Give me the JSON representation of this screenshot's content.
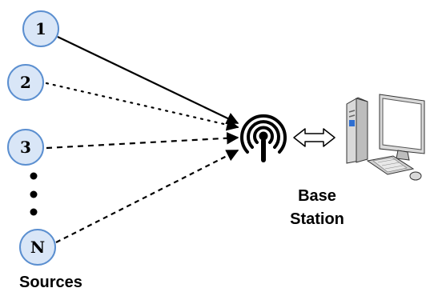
{
  "sources": [
    {
      "label": "1",
      "link": "solid"
    },
    {
      "label": "2",
      "link": "dotted"
    },
    {
      "label": "3",
      "link": "dashed"
    },
    {
      "label": "N",
      "link": "dashed"
    }
  ],
  "sources_caption": "Sources",
  "base_station": {
    "line1": "Base",
    "line2": "Station",
    "icon": "antenna-icon"
  },
  "computer": {
    "icon": "desktop-computer-icon"
  },
  "colors": {
    "node_fill": "#d9e6f7",
    "node_stroke": "#5b8fd0",
    "line": "#000000"
  }
}
